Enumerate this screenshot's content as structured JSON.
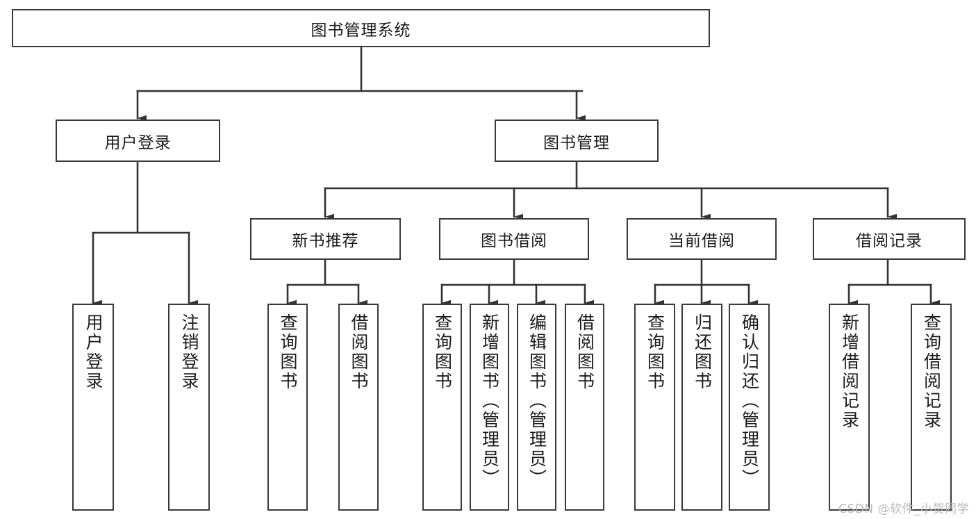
{
  "diagram": {
    "title": "图书管理系统",
    "type": "tree-hierarchy-diagram",
    "colors": {
      "box_border": "#3a3a3a",
      "box_fill": "#ffffff",
      "connector": "#333333",
      "text": "#1b1b1b",
      "watermark": "#b9b9b9",
      "background": "#ffffff"
    },
    "watermark": "CSDN @软件_小贺同学"
  },
  "nodes": {
    "root": {
      "label": "图书管理系统"
    },
    "level2": [
      {
        "label": "用户登录"
      },
      {
        "label": "图书管理"
      }
    ],
    "level3": [
      {
        "label": "新书推荐"
      },
      {
        "label": "图书借阅"
      },
      {
        "label": "当前借阅"
      },
      {
        "label": "借阅记录"
      }
    ],
    "leaves": {
      "user_login": [
        {
          "label": "用户登录"
        },
        {
          "label": "注销登录"
        }
      ],
      "new_book_recommend": [
        {
          "label": "查询图书"
        },
        {
          "label": "借阅图书"
        }
      ],
      "book_borrow": [
        {
          "label": "查询图书"
        },
        {
          "label": "新增图书（管理员）"
        },
        {
          "label": "编辑图书（管理员）"
        },
        {
          "label": "借阅图书"
        }
      ],
      "current_borrow": [
        {
          "label": "查询图书"
        },
        {
          "label": "归还图书"
        },
        {
          "label": "确认归还（管理员）"
        }
      ],
      "borrow_record": [
        {
          "label": "新增借阅记录"
        },
        {
          "label": "查询借阅记录"
        }
      ]
    }
  }
}
